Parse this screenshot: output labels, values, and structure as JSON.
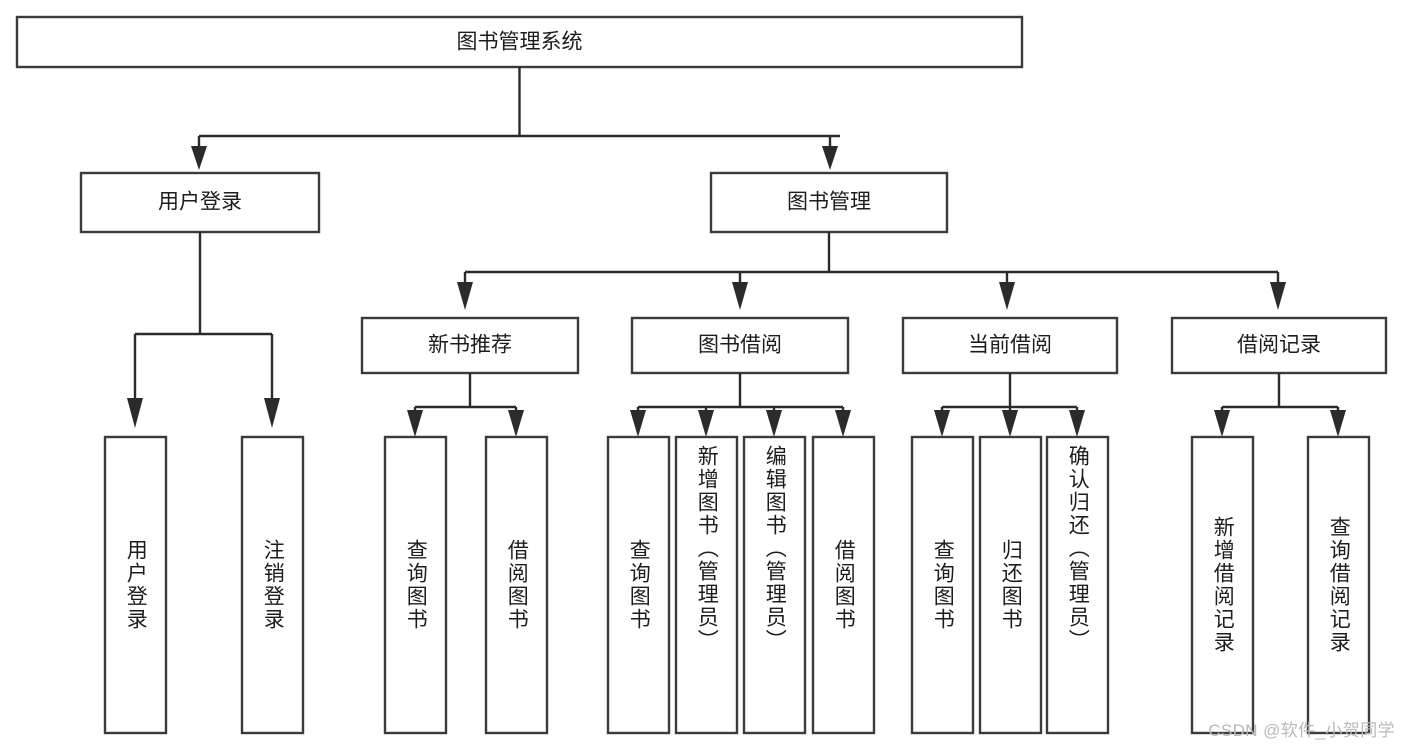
{
  "diagram": {
    "title": "图书管理系统",
    "type": "tree-hierarchy",
    "root": {
      "label": "图书管理系统"
    },
    "level1": [
      {
        "label": "用户登录"
      },
      {
        "label": "图书管理"
      }
    ],
    "level2": [
      {
        "label": "新书推荐"
      },
      {
        "label": "图书借阅"
      },
      {
        "label": "当前借阅"
      },
      {
        "label": "借阅记录"
      }
    ],
    "leaves": {
      "user_login": [
        {
          "label": "用户登录"
        },
        {
          "label": "注销登录"
        }
      ],
      "new_book_recommend": [
        {
          "label": "查询图书"
        },
        {
          "label": "借阅图书"
        }
      ],
      "book_borrow": [
        {
          "label": "查询图书"
        },
        {
          "label": "新增图书（管理员）"
        },
        {
          "label": "编辑图书（管理员）"
        },
        {
          "label": "借阅图书"
        }
      ],
      "current_borrow": [
        {
          "label": "查询图书"
        },
        {
          "label": "归还图书"
        },
        {
          "label": "确认归还（管理员）"
        }
      ],
      "borrow_record": [
        {
          "label": "新增借阅记录"
        },
        {
          "label": "查询借阅记录"
        }
      ]
    }
  },
  "watermark": {
    "text": "CSDN @软件_小贺同学"
  },
  "colors": {
    "box_stroke": "#3b3b3b",
    "connector": "#2b2b2b",
    "text": "#1d1d1d",
    "background": "#ffffff",
    "watermark": "#b9b9b9"
  }
}
